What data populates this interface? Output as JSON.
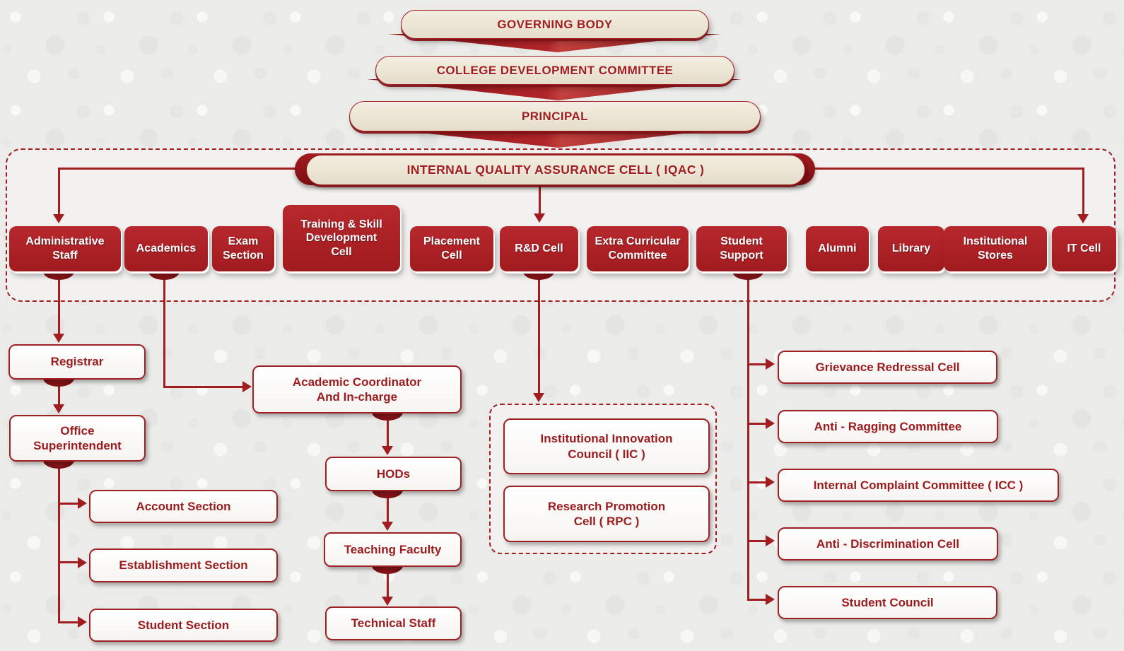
{
  "governance": [
    {
      "label": "GOVERNING BODY"
    },
    {
      "label": "COLLEGE DEVELOPMENT COMMITTEE"
    },
    {
      "label": "PRINCIPAL"
    }
  ],
  "iqac": {
    "label": "INTERNAL QUALITY ASSURANCE CELL ( IQAC )"
  },
  "departments": [
    {
      "label": "Administrative\nStaff"
    },
    {
      "label": "Academics"
    },
    {
      "label": "Exam\nSection"
    },
    {
      "label": "Training & Skill\nDevelopment\nCell"
    },
    {
      "label": "Placement\nCell"
    },
    {
      "label": "R&D Cell"
    },
    {
      "label": "Extra Curricular\nCommittee"
    },
    {
      "label": "Student\nSupport"
    },
    {
      "label": "Alumni"
    },
    {
      "label": "Library"
    },
    {
      "label": "Institutional\nStores"
    },
    {
      "label": "IT Cell"
    }
  ],
  "administrative_branch": {
    "registrar": {
      "label": "Registrar"
    },
    "office_superintendent": {
      "label": "Office\nSuperintendent"
    },
    "sections": [
      {
        "label": "Account Section"
      },
      {
        "label": "Establishment Section"
      },
      {
        "label": "Student Section"
      }
    ]
  },
  "academics_branch": {
    "coordinator": {
      "label": "Academic Coordinator\nAnd In-charge"
    },
    "chain": [
      {
        "label": "HODs"
      },
      {
        "label": "Teaching Faculty"
      },
      {
        "label": "Technical Staff"
      }
    ]
  },
  "rnd_branch": {
    "cells": [
      {
        "label": "Institutional Innovation\nCouncil ( IIC )"
      },
      {
        "label": "Research Promotion\nCell ( RPC )"
      }
    ]
  },
  "student_support_branch": {
    "cells": [
      {
        "label": "Grievance Redressal Cell"
      },
      {
        "label": "Anti - Ragging Committee"
      },
      {
        "label": "Internal Complaint Committee ( ICC )"
      },
      {
        "label": "Anti - Discrimination Cell"
      },
      {
        "label": "Student Council"
      }
    ]
  },
  "colors": {
    "node_red": "#b0232a",
    "line_red": "#a11d20",
    "pill_cream": "#e9e2d2",
    "text_red": "#9b1b1e"
  }
}
